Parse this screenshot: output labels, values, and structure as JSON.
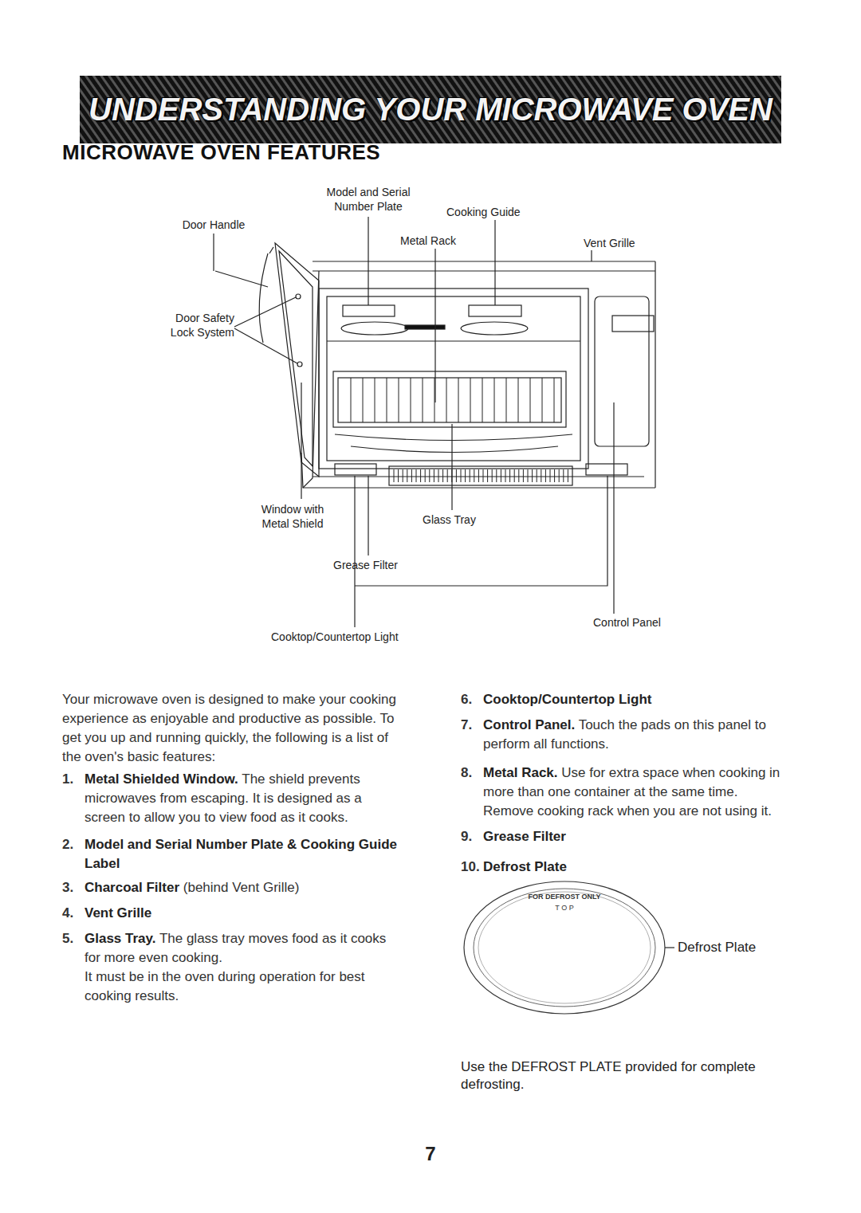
{
  "diagram": {
    "title": "MICROWAVE OVEN FEATURES",
    "nodes": [
      {
        "text": [
          "UNDERSTANDING YOUR MICROWAVE OVEN"
        ]
      },
      {
        "text": [
          "FOR DEFROST ONLY",
          "T O P"
        ]
      }
    ],
    "labels": [
      "Model and Serial Number Plate",
      "Cooking Guide",
      "Door Handle",
      "Metal Rack",
      "Vent Grille",
      "Door Safety Lock System",
      "Window with Metal Shield",
      "Glass Tray",
      "Grease Filter",
      "Control Panel",
      "Cooktop/Countertop Light",
      "Your microwave oven is designed to make your cooking experience as enjoyable and productive as possible. To get you up and running quickly, the following is a list of the oven's basic features:",
      "1.",
      "Metal Shielded Window.",
      "The shield prevents microwaves from escaping. It is designed as a screen to allow you to view food as it cooks.",
      "2.",
      "Model and Serial Number Plate & Cooking Guide Label",
      "3.",
      "Charcoal Filter",
      "(behind Vent Grille)",
      "4.",
      "Vent Grille",
      "5.",
      "Glass Tray.",
      "The glass tray moves food as it cooks for more even cooking.",
      "It must be in the oven during operation for best cooking results.",
      "6.",
      "Cooktop/Countertop Light",
      "7.",
      "Control Panel.",
      "Touch the pads on this panel to perform all functions.",
      "8.",
      "Metal Rack.",
      "Use for extra space when cooking in more than one container at the same time.",
      "Remove cooking rack when you are not using it.",
      "9.",
      "Grease Filter",
      "10.",
      "Defrost Plate",
      "Defrost Plate",
      "Use the DEFROST PLATE provided for complete defrosting.",
      "7"
    ]
  }
}
